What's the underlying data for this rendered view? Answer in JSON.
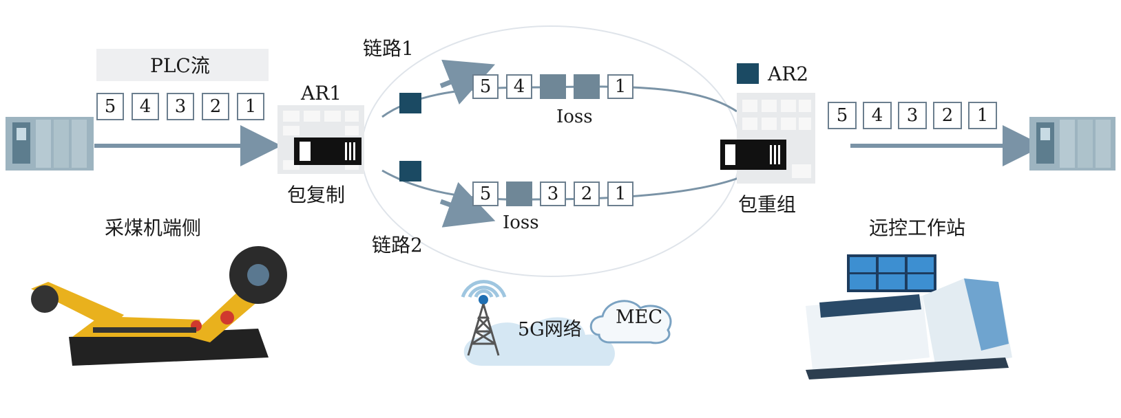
{
  "colors": {
    "arrow": "#7a93a6",
    "navy": "#1b4a63",
    "lost": "#6f8797",
    "ellipse": "#dfe4ea"
  },
  "left": {
    "flow_title": "PLC流",
    "packets": [
      "5",
      "4",
      "3",
      "2",
      "1"
    ],
    "side_label": "采煤机端侧"
  },
  "ar1": {
    "title": "AR1",
    "caption": "包复制"
  },
  "ar2": {
    "title": "AR2",
    "caption": "包重组"
  },
  "link1": {
    "label": "链路1",
    "packets": [
      "5",
      "4",
      "",
      "",
      "1"
    ],
    "loss_label": "Ioss"
  },
  "link2": {
    "label": "链路2",
    "packets": [
      "5",
      "",
      "3",
      "2",
      "1"
    ],
    "loss_label": "Ioss"
  },
  "right": {
    "packets": [
      "5",
      "4",
      "3",
      "2",
      "1"
    ],
    "side_label": "远控工作站"
  },
  "network": {
    "label": "5G网络",
    "cloud_label": "MEC"
  },
  "icons": [
    "plc-device-icon",
    "router-icon",
    "shearer-machine-icon",
    "tower-icon",
    "cloud-icon",
    "control-station-icon"
  ]
}
